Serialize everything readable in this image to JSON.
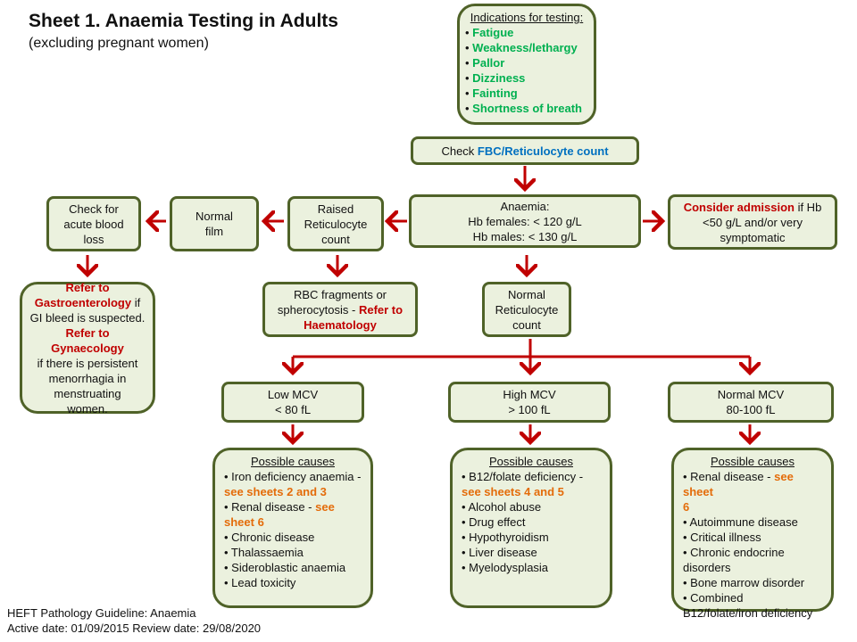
{
  "title": "Sheet 1. Anaemia Testing in Adults",
  "subtitle": "(excluding pregnant women)",
  "indications": {
    "heading": "Indications for testing:",
    "items": [
      "Fatigue",
      "Weakness/lethargy",
      "Pallor",
      "Dizziness",
      "Fainting",
      "Shortness of breath"
    ]
  },
  "check_fbc": {
    "prefix": "Check ",
    "highlight": "FBC/Reticulocyte count"
  },
  "anaemia": {
    "line1": "Anaemia:",
    "line2": "Hb females: < 120 g/L",
    "line3": "Hb males: < 130 g/L"
  },
  "admission": {
    "highlight": "Consider admission",
    "rest1": " if Hb",
    "rest2": "<50 g/L and/or very",
    "rest3": "symptomatic"
  },
  "raised_retic": {
    "line1": "Raised",
    "line2": "Reticulocyte",
    "line3": "count"
  },
  "normal_film": {
    "line1": "Normal",
    "line2": "film"
  },
  "acute_blood": {
    "line1": "Check for",
    "line2": "acute blood",
    "line3": "loss"
  },
  "referral": {
    "refer_to": "Refer to",
    "gastro": "Gastroenterology",
    "gastro_rest1": " if",
    "gastro_rest2": "GI bleed is suspected.",
    "gynae": "Refer to Gynaecology",
    "gynae_rest1": "if there is persistent",
    "gynae_rest2": "menorrhagia in",
    "gynae_rest3": "menstruating",
    "gynae_rest4": "women."
  },
  "rbc_fragments": {
    "line1": "RBC fragments or",
    "line2": "spherocytosis - ",
    "refer": "Refer to",
    "haem": "Haematology"
  },
  "normal_retic": {
    "line1": "Normal",
    "line2": "Reticulocyte",
    "line3": "count"
  },
  "low_mcv": {
    "line1": "Low MCV",
    "line2": "< 80 fL"
  },
  "high_mcv": {
    "line1": "High MCV",
    "line2": "> 100 fL"
  },
  "normal_mcv": {
    "line1": "Normal MCV",
    "line2": "80-100 fL"
  },
  "causes_low": {
    "heading": "Possible causes",
    "iron": "• Iron deficiency anaemia -",
    "iron_see": "see sheets 2 and 3",
    "renal": "•  Renal disease - ",
    "renal_see1": "see",
    "renal_see2": "sheet 6",
    "items": [
      "• Chronic disease",
      "• Thalassaemia",
      "• Sideroblastic anaemia",
      "• Lead toxicity"
    ]
  },
  "causes_high": {
    "heading": "Possible causes",
    "b12": "• B12/folate deficiency -",
    "b12_see": "see sheets 4 and 5",
    "items": [
      "• Alcohol abuse",
      "• Drug effect",
      "• Hypothyroidism",
      "• Liver disease",
      "• Myelodysplasia"
    ]
  },
  "causes_normal": {
    "heading": "Possible causes",
    "renal": "• Renal disease - ",
    "renal_see1": "see sheet",
    "renal_see2": "6",
    "items": [
      "• Autoimmune disease",
      "• Critical illness",
      "• Chronic endocrine",
      "disorders",
      "• Bone marrow disorder",
      "• Combined",
      "B12/folate/iron deficiency"
    ]
  },
  "footer": {
    "line1": "HEFT Pathology Guideline: Anaemia",
    "line2": "Active date: 01/09/2015 Review date: 29/08/2020"
  },
  "colors": {
    "box_fill": "#ebf1de",
    "box_border": "#4f6228",
    "arrow": "#c00000",
    "green_text": "#00b050",
    "blue_text": "#0070c0",
    "red_text": "#c00000",
    "orange_text": "#e46c0a"
  }
}
